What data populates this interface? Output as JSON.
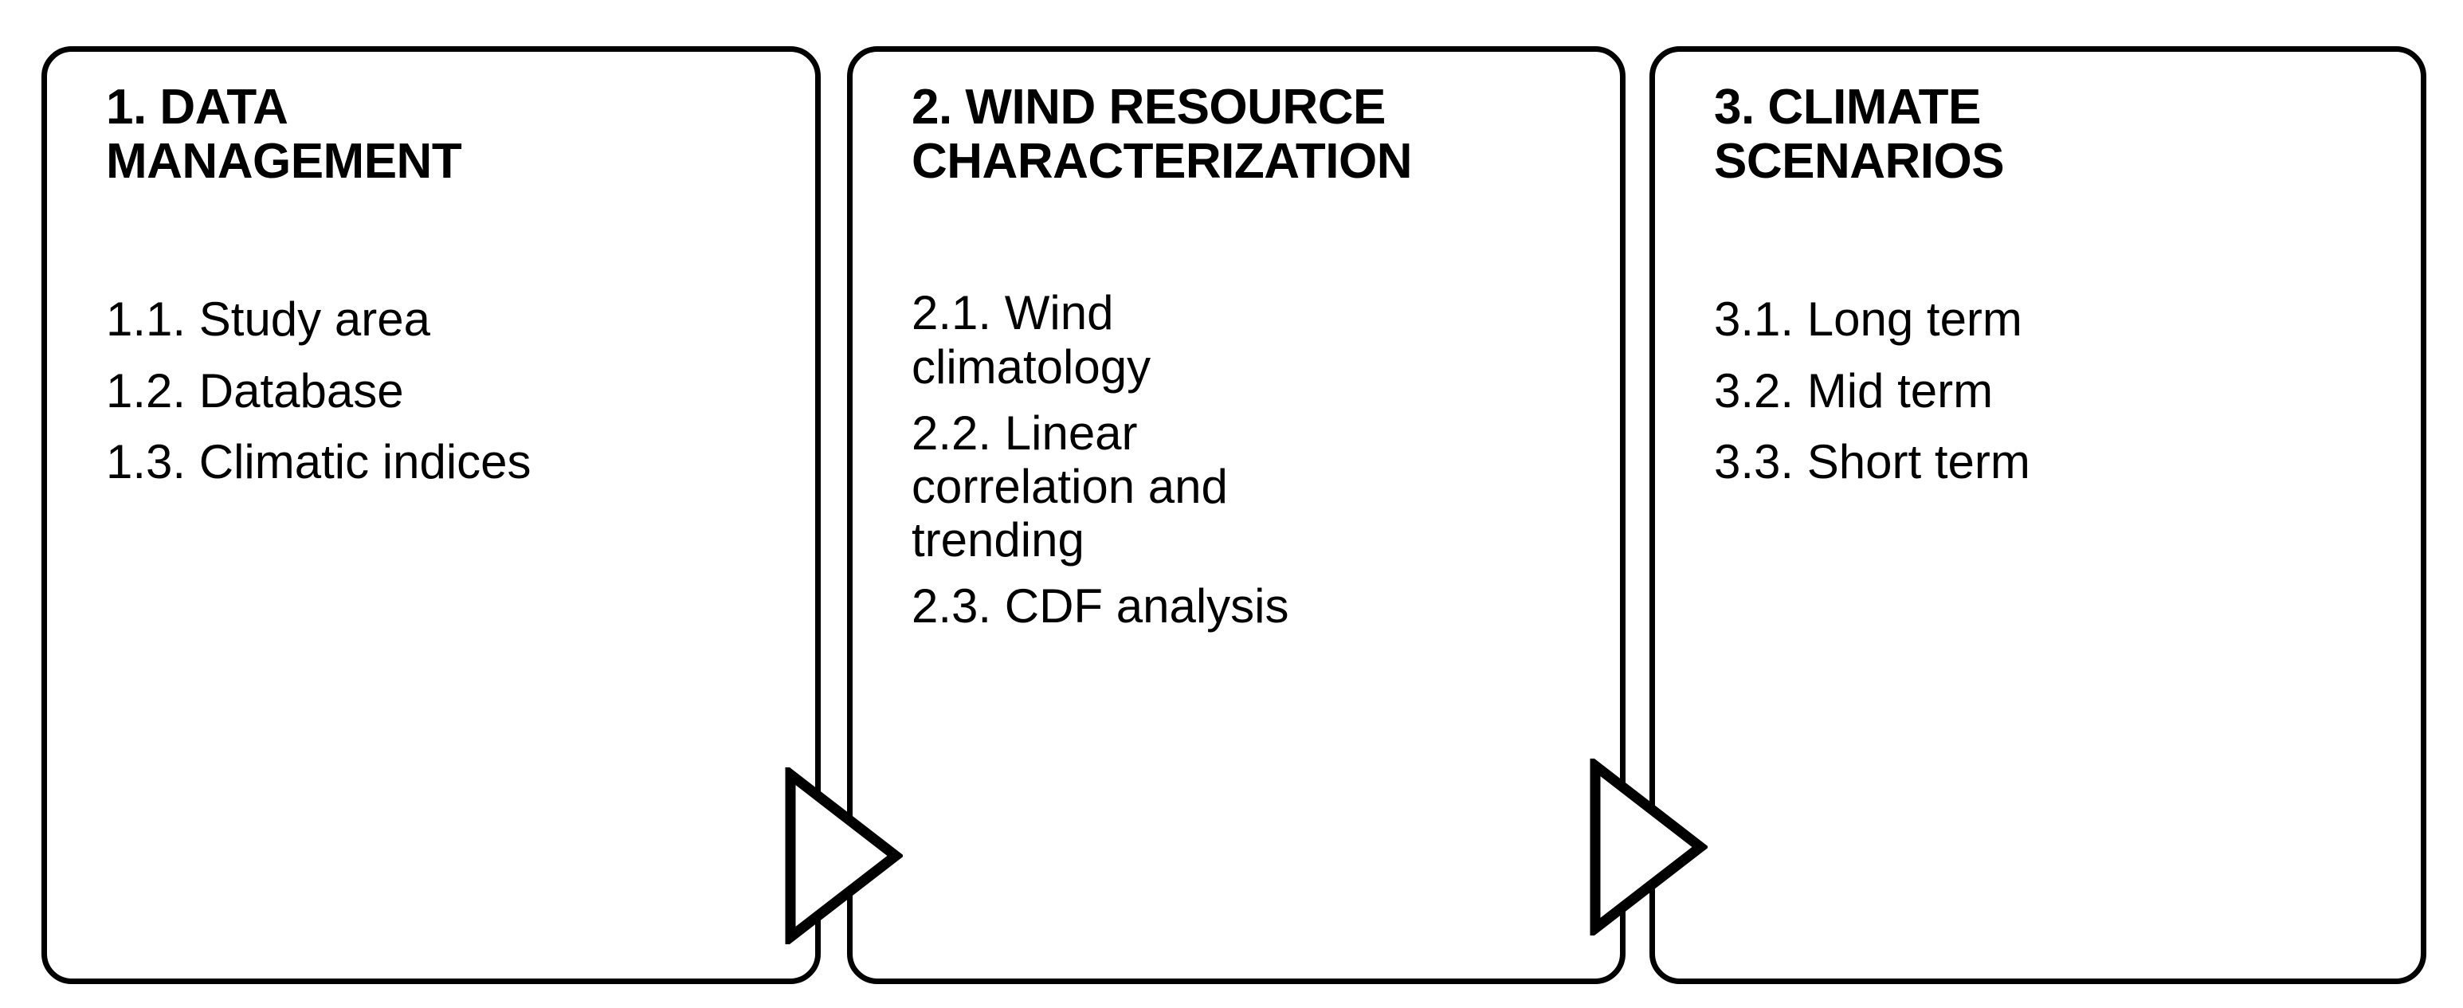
{
  "diagram": {
    "type": "three-stage-process-flow",
    "orientation": "horizontal-left-to-right",
    "border_color": "#000000",
    "background_color": "#ffffff",
    "text_color": "#000000",
    "stages": [
      {
        "number": "1",
        "title": "1. DATA\nMANAGEMENT",
        "items": [
          "1.1. Study area",
          "1.2. Database",
          "1.3. Climatic indices"
        ]
      },
      {
        "number": "2",
        "title": "2. WIND RESOURCE\nCHARACTERIZATION",
        "items": [
          "2.1. Wind\nclimatology",
          "2.2. Linear\ncorrelation and\ntrending",
          "2.3. CDF analysis"
        ]
      },
      {
        "number": "3",
        "title": "3. CLIMATE\nSCENARIOS",
        "items": [
          "3.1. Long term",
          "3.2. Mid term",
          "3.3. Short term"
        ]
      }
    ],
    "connectors": [
      {
        "name": "arrow-stage-1-to-2",
        "shape": "hollow-right-triangle"
      },
      {
        "name": "arrow-stage-2-to-3",
        "shape": "hollow-right-triangle"
      }
    ]
  }
}
